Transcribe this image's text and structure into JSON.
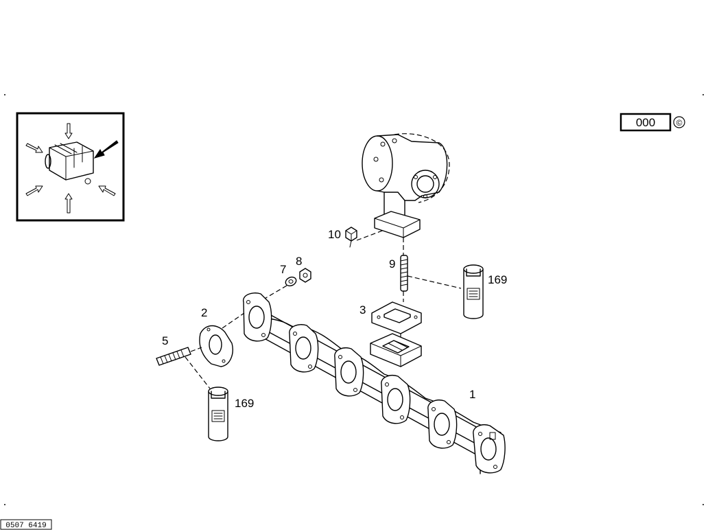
{
  "reference_box": {
    "code": "000",
    "symbol": "©"
  },
  "drawing_number": "0507 6419",
  "callouts": {
    "c1": "1",
    "c2": "2",
    "c3": "3",
    "c5": "5",
    "c7": "7",
    "c8": "8",
    "c9": "9",
    "c10": "10",
    "c169a": "169",
    "c169b": "169"
  },
  "colors": {
    "ink": "#000000",
    "background": "#ffffff"
  }
}
